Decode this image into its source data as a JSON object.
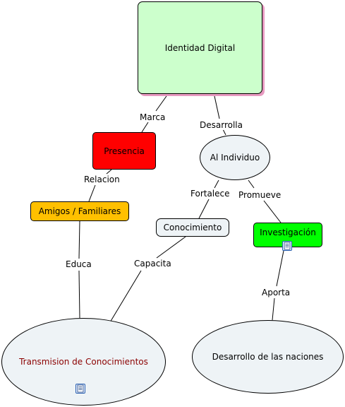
{
  "nodes": {
    "identidad": "Identidad Digital",
    "presencia": "Presencia",
    "individuo": "Al Individuo",
    "amigos": "Amigos / Familiares",
    "conocimiento": "Conocimiento",
    "investigacion": "Investigación",
    "transmision": "Transmision de Conocimientos",
    "desarrollo": "Desarrollo de las naciones"
  },
  "links": {
    "marca": "Marca",
    "desarrolla": "Desarrolla",
    "relacion": "Relacion",
    "fortalece": "Fortalece",
    "promueve": "Promueve",
    "educa": "Educa",
    "capacita": "Capacita",
    "aporta": "Aporta"
  },
  "colors": {
    "identidad": "#ccffcc",
    "presencia": "#ff0000",
    "amigos": "#ffc000",
    "investigacion": "#00ff00",
    "ellipse": "#eef3f6",
    "transmision_text": "#8b0000"
  },
  "icons": {
    "investigacion": "document-icon",
    "transmision": "document-icon"
  }
}
